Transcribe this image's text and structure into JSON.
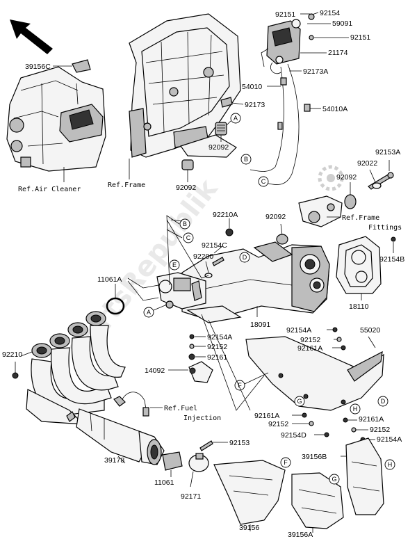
{
  "watermark": "PartsRepublik",
  "refs": {
    "air_cleaner": "Ref.Air Cleaner",
    "frame": "Ref.Frame",
    "frame_fittings_1": "Ref.Frame",
    "frame_fittings_2": "Fittings",
    "fuel_injection_1": "Ref.Fuel",
    "fuel_injection_2": "Injection"
  },
  "callouts": {
    "A1": "A",
    "A2": "A",
    "B1": "B",
    "B2": "B",
    "C1": "C",
    "C2": "C",
    "D1": "D",
    "D2": "D",
    "E1": "E",
    "F1": "F",
    "F2": "F",
    "G1": "G",
    "G2": "G",
    "H1": "H",
    "H2": "H"
  },
  "parts": {
    "p39156C": "39156C",
    "p92151a": "92151",
    "p92154a": "92154",
    "p59091": "59091",
    "p92151b": "92151",
    "p21174": "21174",
    "p92173A": "92173A",
    "p54010": "54010",
    "p54010A": "54010A",
    "p92173": "92173",
    "p92092a": "92092",
    "p92092b": "92092",
    "p92153A": "92153A",
    "p92022": "92022",
    "p92092c": "92092",
    "p92210A": "92210A",
    "p92092d": "92092",
    "p92154C": "92154C",
    "p92200": "92200",
    "p11061A": "11061A",
    "p92154B": "92154B",
    "p18110": "18110",
    "p18091": "18091",
    "p92154Aa": "92154A",
    "p92152a": "92152",
    "p92161Aa": "92161A",
    "p55020": "55020",
    "p92210": "92210",
    "p92154Ab": "92154A",
    "p92152b": "92152",
    "p92161": "92161",
    "p14092": "14092",
    "p92161Ab": "92161A",
    "p92152c": "92152",
    "p92154D": "92154D",
    "p92161Ac": "92161A",
    "p92152d": "92152",
    "p92154Ac": "92154A",
    "p39178": "39178",
    "p92153": "92153",
    "p11061": "11061",
    "p92171": "92171",
    "p39156B": "39156B",
    "p39156": "39156",
    "p39156A": "39156A"
  }
}
